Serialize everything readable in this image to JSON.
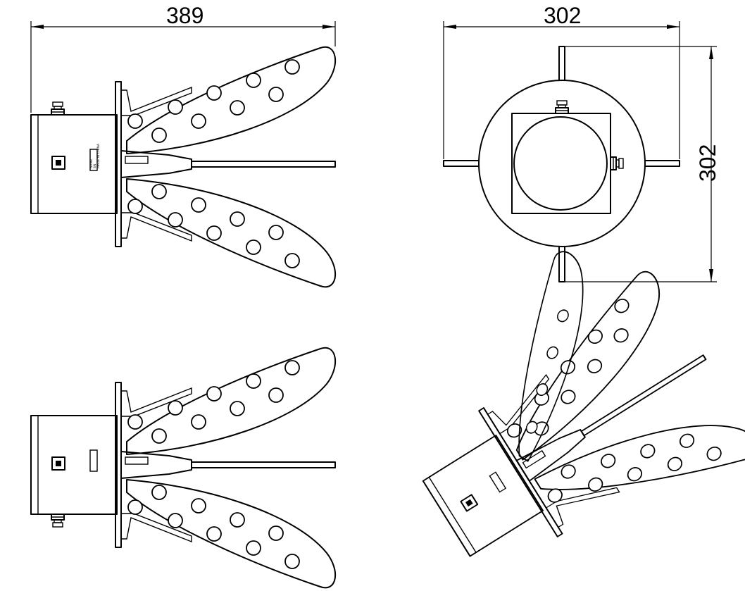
{
  "dimensions": {
    "width_side": "389",
    "width_top": "302",
    "height_top": "302"
  },
  "label_plate": [
    "NAME",
    "SN",
    "MADE IN CHINA"
  ]
}
